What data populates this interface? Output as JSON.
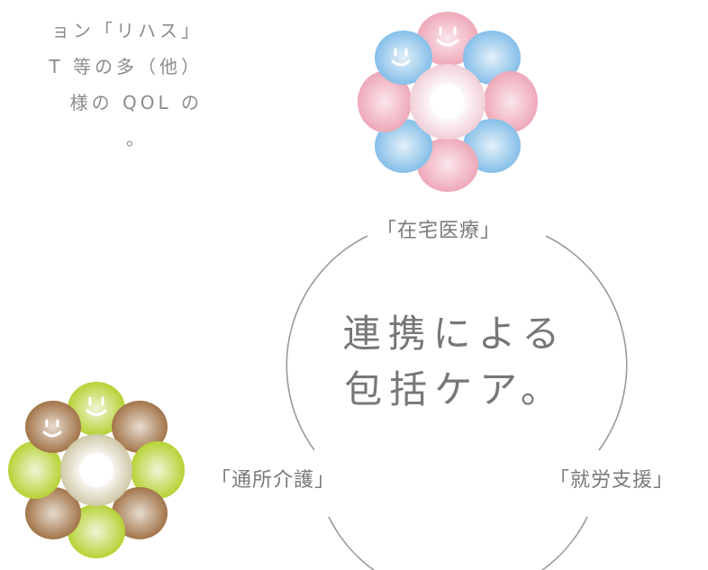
{
  "intro": {
    "lines": [
      "ョン「リハス」",
      "T 等の多（他）",
      "様の QOL の",
      "。"
    ]
  },
  "center": {
    "line1": "連携による",
    "line2": "包括ケア。"
  },
  "labels": {
    "top": "「在宅医療」",
    "left": "「通所介護」",
    "right": "「就労支援」"
  },
  "colors": {
    "pink": "#eea8b8",
    "blue": "#8ec3ea",
    "lime": "#b8d43a",
    "brown": "#a87a4e",
    "circle": "#9a9a9a"
  }
}
